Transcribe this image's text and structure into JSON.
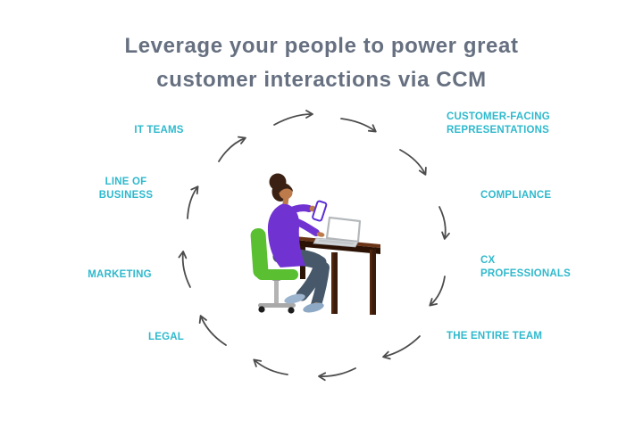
{
  "title": {
    "line1": "Leverage your people to power great",
    "line2": "customer interactions via CCM"
  },
  "labels": [
    {
      "id": "it-teams",
      "text": "IT TEAMS"
    },
    {
      "id": "customer-facing-representations",
      "text": "CUSTOMER-FACING\nREPRESENTATIONS"
    },
    {
      "id": "compliance",
      "text": "COMPLIANCE"
    },
    {
      "id": "cx-professionals",
      "text": "CX\nPROFESSIONALS"
    },
    {
      "id": "the-entire-team",
      "text": "THE ENTIRE TEAM"
    },
    {
      "id": "legal",
      "text": "LEGAL"
    },
    {
      "id": "marketing",
      "text": "MARKETING"
    },
    {
      "id": "line-of-business",
      "text": "LINE OF\nBUSINESS"
    }
  ],
  "diagram": {
    "type": "circular-flow",
    "arrow_count": 12,
    "flow_direction": "clockwise",
    "center_illustration": "woman-working-at-desk-with-laptop-holding-phone"
  },
  "colors": {
    "background": "#ffffff",
    "title_gray": "#667080",
    "label_teal": "#2fb9cd",
    "arrow_gray": "#4c4c4c",
    "chair_green": "#5abf31",
    "shirt_purple": "#7132d2",
    "pants_slate": "#47586a",
    "skin_tan": "#bd7a4b",
    "hair_brown": "#3b2113",
    "desk_brown": "#3a1c0c",
    "laptop_gray": "#d3d6d8",
    "shoes_blue": "#9db4cf",
    "phone_purple": "#5b2ed6"
  }
}
